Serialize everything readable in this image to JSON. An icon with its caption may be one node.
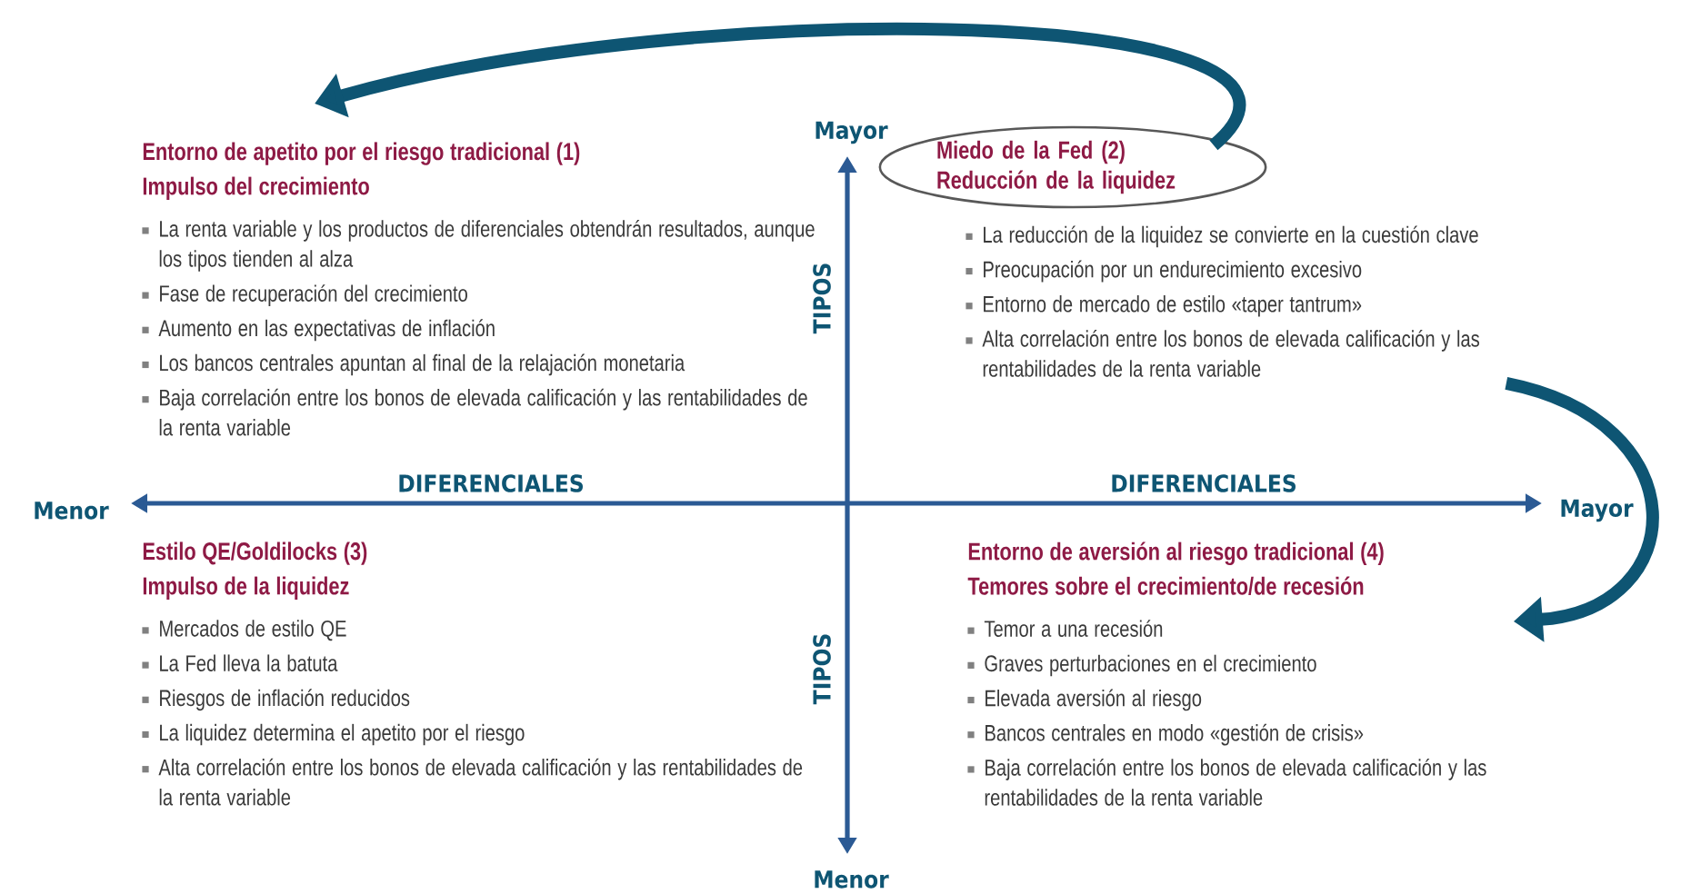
{
  "diagram": {
    "nodes": [
      {
        "text": [
          "Entorno de apetito por el riesgo tradicional (1)",
          "Impulso del crecimiento",
          "La renta variable y los productos de diferenciales obtendrán resultados, aunque los tipos tienden al alza",
          "Fase de recuperación del crecimiento",
          "Aumento en las expectativas de inflación",
          "Los bancos centrales apuntan al final de la relajación monetaria",
          "Baja correlación entre los bonos de elevada calificación y las rentabilidades de la renta variable"
        ]
      },
      {
        "text": [
          "Miedo de la Fed (2)",
          "Reducción de la liquidez"
        ]
      },
      {
        "text": [
          "La reducción de la liquidez se convierte en la cuestión clave",
          "Preocupación por un endurecimiento excesivo",
          "Entorno de mercado de estilo «taper tantrum»",
          "Alta correlación entre los bonos de elevada calificación y las rentabilidades de la renta variable"
        ]
      },
      {
        "text": [
          "Estilo QE/Goldilocks (3)",
          "Impulso de la liquidez",
          "Mercados de estilo QE",
          "La Fed lleva la batuta",
          "Riesgos de inflación reducidos",
          "La liquidez determina el apetito por el riesgo",
          "Alta correlación entre los bonos de elevada calificación y las rentabilidades de la renta variable"
        ]
      },
      {
        "text": [
          "Entorno de aversión al riesgo tradicional (4)",
          "Temores sobre el crecimiento/de recesión",
          "Temor a una recesión",
          "Graves perturbaciones en el crecimiento",
          "Elevada aversión al riesgo",
          "Bancos centrales en modo «gestión de crisis»",
          "Baja correlación entre los bonos de elevada calificación y las rentabilidades de la renta variable"
        ]
      }
    ],
    "edges": [
      {
        "from": 1,
        "to": 0,
        "arrow": "to"
      },
      {
        "from": 2,
        "to": 4,
        "arrow": "to"
      }
    ],
    "labels": [
      "Mayor",
      "TIPOS",
      "Menor",
      "DIFERENCIALES",
      "DIFERENCIALES",
      "Mayor",
      "TIPOS",
      "Menor"
    ]
  }
}
